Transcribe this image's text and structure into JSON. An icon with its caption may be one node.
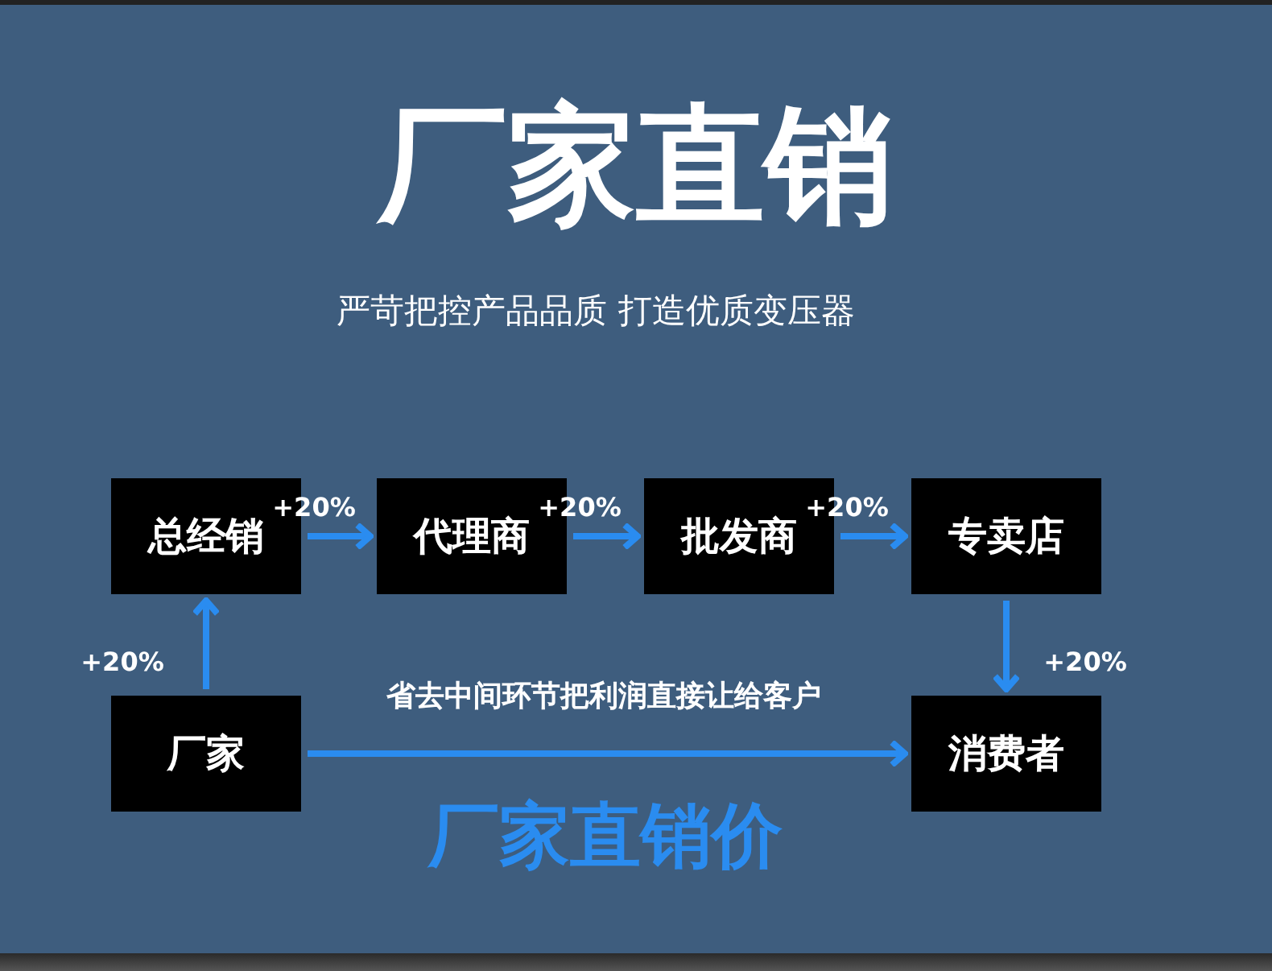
{
  "diagram": {
    "title": "厂家直销",
    "nodes": [
      {
        "text": [
          "总经销"
        ]
      },
      {
        "text": [
          "代理商"
        ]
      },
      {
        "text": [
          "批发商"
        ]
      },
      {
        "text": [
          "专卖店"
        ]
      },
      {
        "text": [
          "厂家"
        ]
      },
      {
        "text": [
          "消费者"
        ]
      }
    ],
    "edges": [
      {
        "from": 0,
        "to": 1,
        "arrow": "to",
        "label": "+20%"
      },
      {
        "from": 1,
        "to": 2,
        "arrow": "to",
        "label": "+20%"
      },
      {
        "from": 2,
        "to": 3,
        "arrow": "to",
        "label": "+20%"
      },
      {
        "from": 4,
        "to": 0,
        "arrow": "to",
        "label": "+20%"
      },
      {
        "from": 3,
        "to": 5,
        "arrow": "to",
        "label": "+20%"
      },
      {
        "from": 4,
        "to": 5,
        "arrow": "to",
        "label": "省去中间环节把利润直接让给客户"
      }
    ],
    "labels": [
      "严苛把控产品品质 打造优质变压器",
      "厂家直销价"
    ]
  }
}
